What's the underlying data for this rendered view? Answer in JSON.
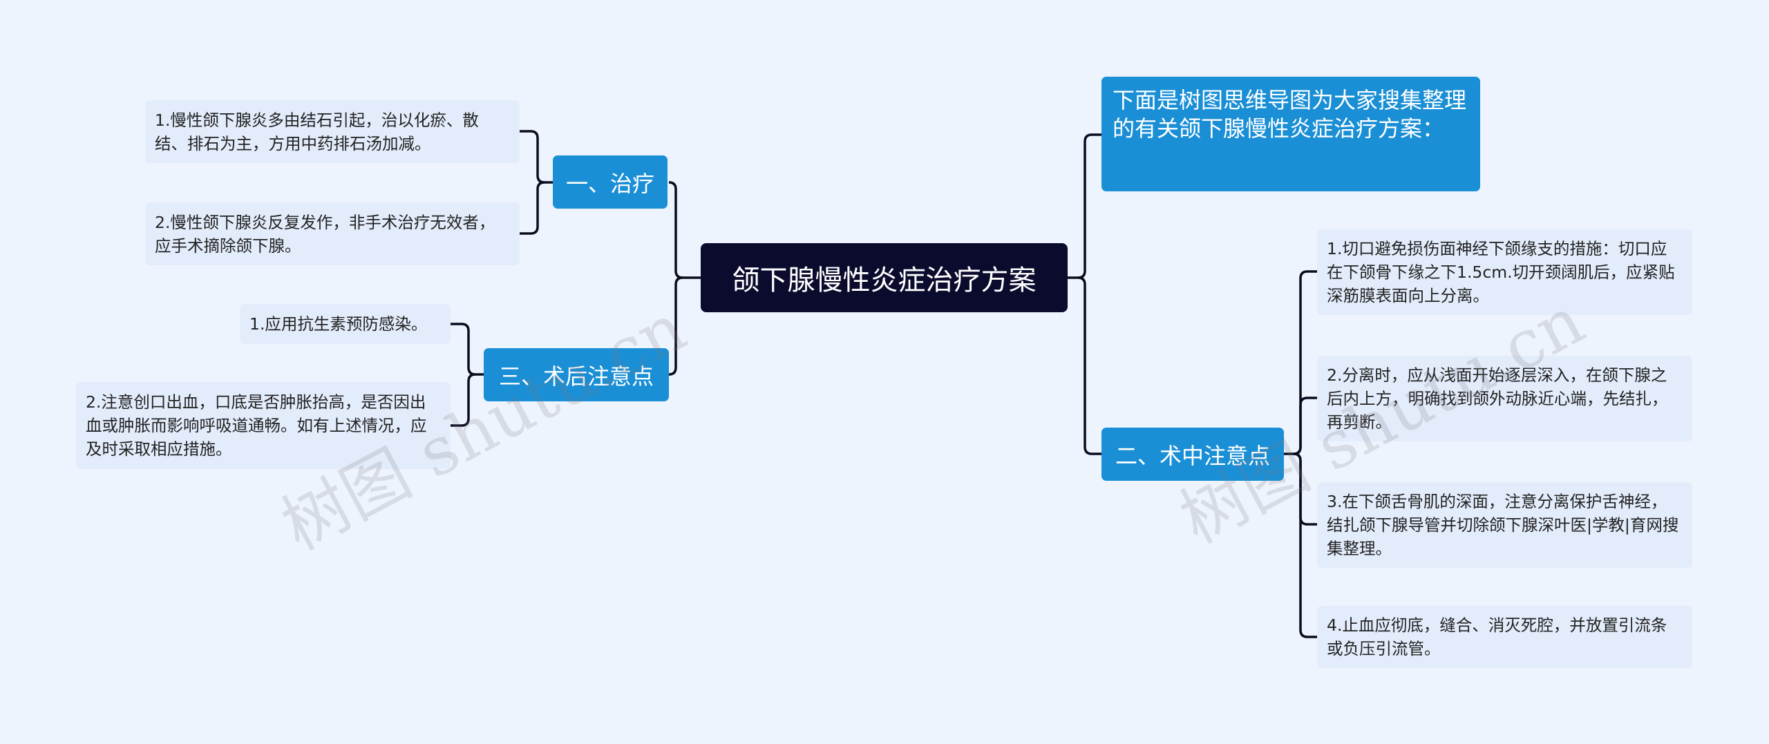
{
  "root": {
    "label": "颌下腺慢性炎症治疗方案"
  },
  "intro": {
    "text": "下面是树图思维导图为大家搜集整理的有关颌下腺慢性炎症治疗方案："
  },
  "branches": {
    "treatment": {
      "label": "一、治疗",
      "items": [
        "1.慢性颌下腺炎多由结石引起，治以化瘀、散结、排石为主，方用中药排石汤加减。",
        "2.慢性颌下腺炎反复发作，非手术治疗无效者，应手术摘除颌下腺。"
      ]
    },
    "intraop": {
      "label": "二、术中注意点",
      "items": [
        "1.切口避免损伤面神经下颌缘支的措施：切口应在下颌骨下缘之下1.5cm.切开颈阔肌后，应紧贴深筋膜表面向上分离。",
        "2.分离时，应从浅面开始逐层深入，在颌下腺之后内上方，明确找到颌外动脉近心端，先结扎，再剪断。",
        "3.在下颌舌骨肌的深面，注意分离保护舌神经，结扎颌下腺导管并切除颌下腺深叶医|学教|育网搜集整理。",
        "4.止血应彻底，缝合、消灭死腔，并放置引流条或负压引流管。"
      ]
    },
    "postop": {
      "label": "三、术后注意点",
      "items": [
        "1.应用抗生素预防感染。",
        "2.注意创口出血，口底是否肿胀抬高，是否因出血或肿胀而影响呼吸道通畅。如有上述情况，应及时采取相应措施。"
      ]
    }
  },
  "watermark": {
    "text": "树图 shutu.cn"
  },
  "colors": {
    "background": "#eef4fd",
    "root": "#0b0b2e",
    "branch": "#1a8fd6",
    "leaf": "#e3ecfb",
    "line": "#0b0b1f"
  }
}
